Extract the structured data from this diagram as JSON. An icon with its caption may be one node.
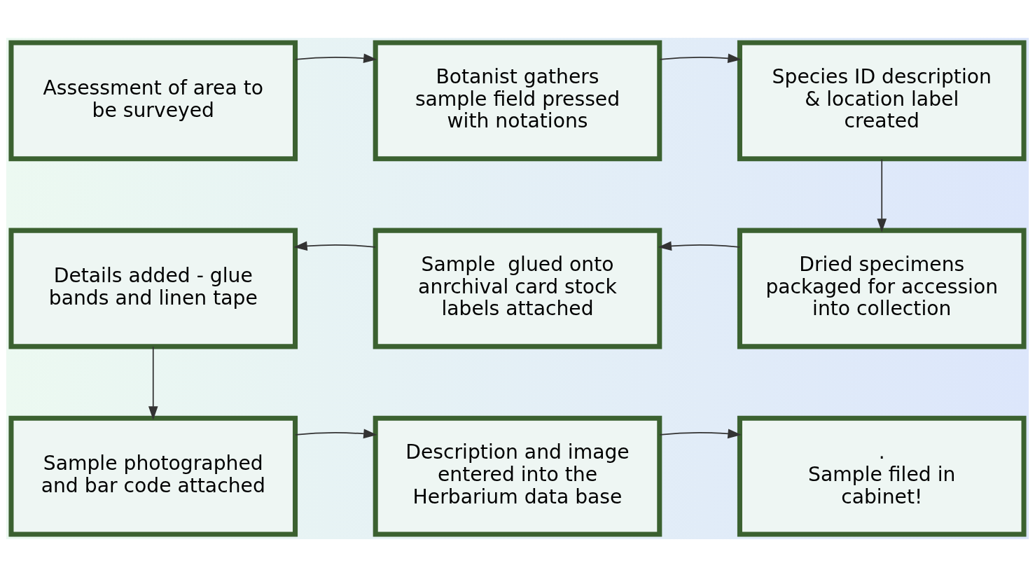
{
  "diagram": {
    "nodes": [
      {
        "text": [
          "Assessment of area to be surveyed"
        ]
      },
      {
        "text": [
          "Botanist gathers sample field pressed with notations"
        ]
      },
      {
        "text": [
          "Species ID description & location label created"
        ]
      },
      {
        "text": [
          "Details added - glue bands and linen tape"
        ]
      },
      {
        "text": [
          "Sample  glued onto anrchival card stock labels attached"
        ]
      },
      {
        "text": [
          "Dried specimens packaged for accession into collection"
        ]
      },
      {
        "text": [
          "Sample photographed and bar code attached"
        ]
      },
      {
        "text": [
          "Description and image entered into the Herbarium data base"
        ]
      },
      {
        "text": [
          ".",
          "Sample filed in cabinet!"
        ]
      }
    ],
    "edges": [
      {
        "from": 0,
        "to": 1,
        "arrow": "to"
      },
      {
        "from": 1,
        "to": 2,
        "arrow": "to"
      },
      {
        "from": 2,
        "to": 5,
        "arrow": "to"
      },
      {
        "from": 5,
        "to": 4,
        "arrow": "to"
      },
      {
        "from": 4,
        "to": 3,
        "arrow": "to"
      },
      {
        "from": 3,
        "to": 6,
        "arrow": "to"
      },
      {
        "from": 6,
        "to": 7,
        "arrow": "to"
      },
      {
        "from": 7,
        "to": 8,
        "arrow": "to"
      }
    ]
  }
}
